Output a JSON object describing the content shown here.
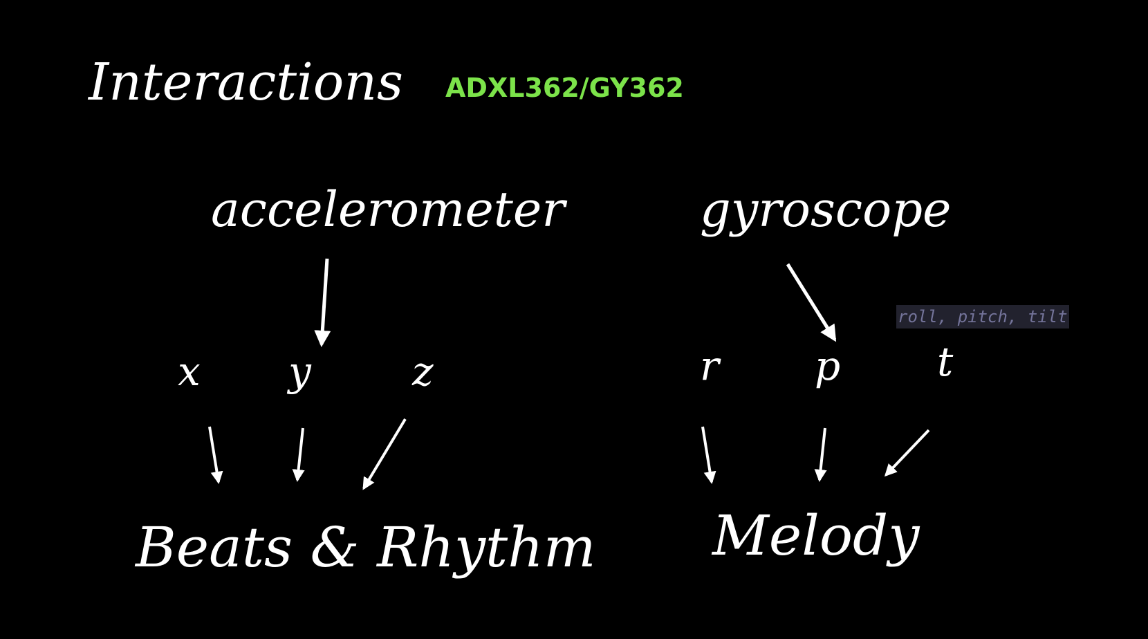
{
  "title": "Interactions",
  "chip_label": "ADXL362/GY362",
  "sensors": {
    "accelerometer": "accelerometer",
    "gyroscope": "gyroscope"
  },
  "axes": {
    "x": "x",
    "y": "y",
    "z": "z",
    "r": "r",
    "p": "p",
    "t": "t"
  },
  "gyro_note": "roll, pitch, tilt",
  "outputs": {
    "beats": "Beats & Rhythm",
    "melody": "Melody"
  },
  "colors": {
    "background": "#000000",
    "text": "#ffffff",
    "chip": "#7ce34a",
    "note_text": "#74749a",
    "note_background": "#22222e"
  }
}
